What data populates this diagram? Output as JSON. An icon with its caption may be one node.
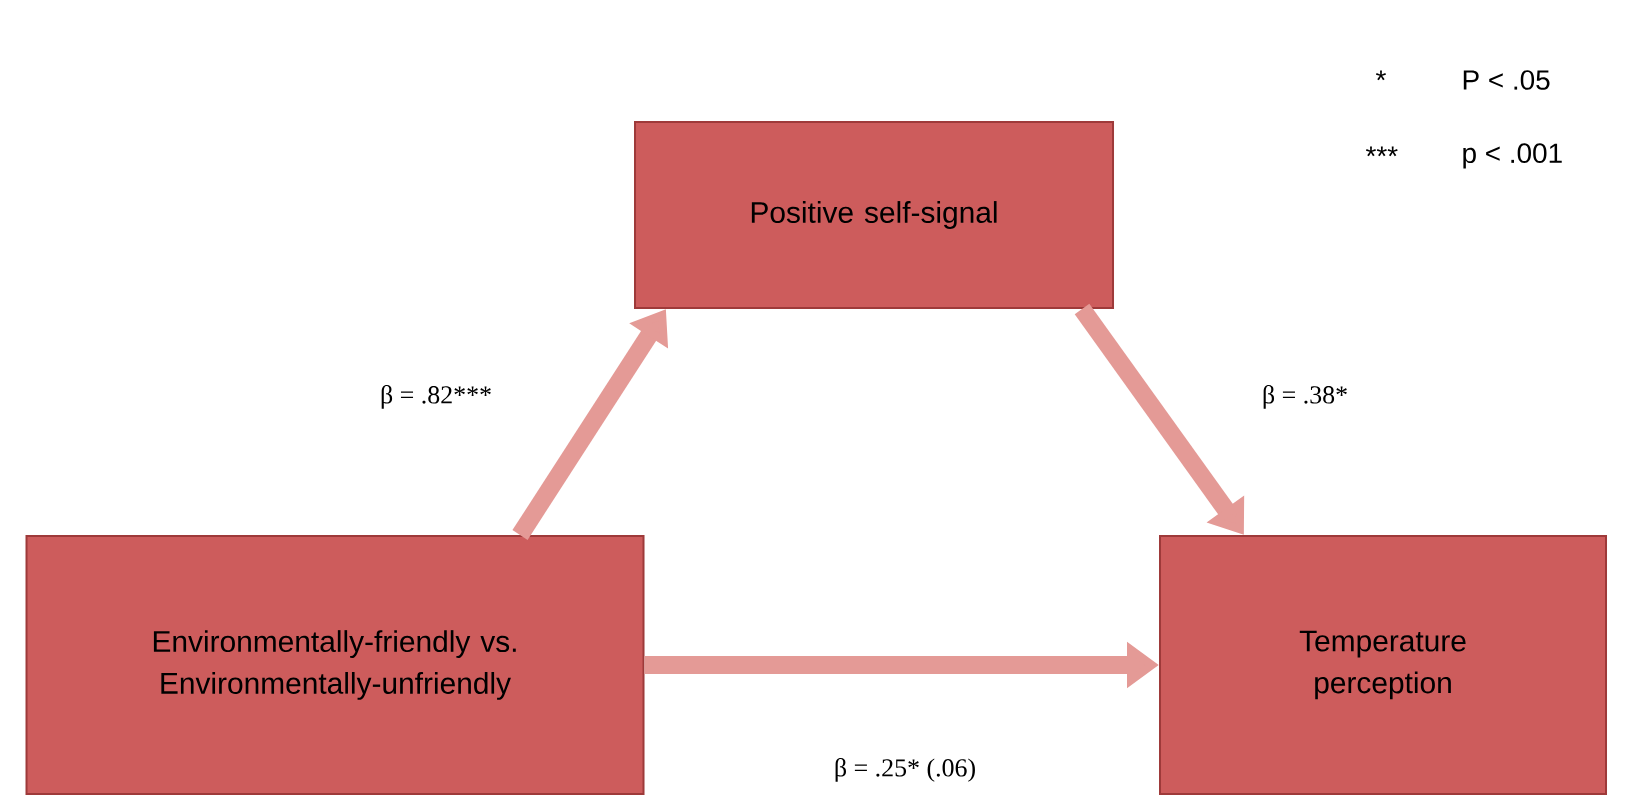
{
  "diagram": {
    "nodes": [
      {
        "text": [
          "Positive self-signal"
        ]
      },
      {
        "text": [
          "Temperature perception"
        ]
      },
      {
        "text": [
          "Environmentally-friendly vs. Environmentally-unfriendly"
        ]
      }
    ],
    "edges": [
      {
        "from": 2,
        "to": 0,
        "arrow": "to",
        "label": "β = .82***"
      },
      {
        "from": 0,
        "to": 1,
        "arrow": "to",
        "label": "β = .38*"
      },
      {
        "from": 2,
        "to": 1,
        "arrow": "to",
        "label": "β = .25* (.06)"
      }
    ],
    "labels": [
      "*",
      "P < .05",
      "***",
      "p < .001"
    ]
  }
}
